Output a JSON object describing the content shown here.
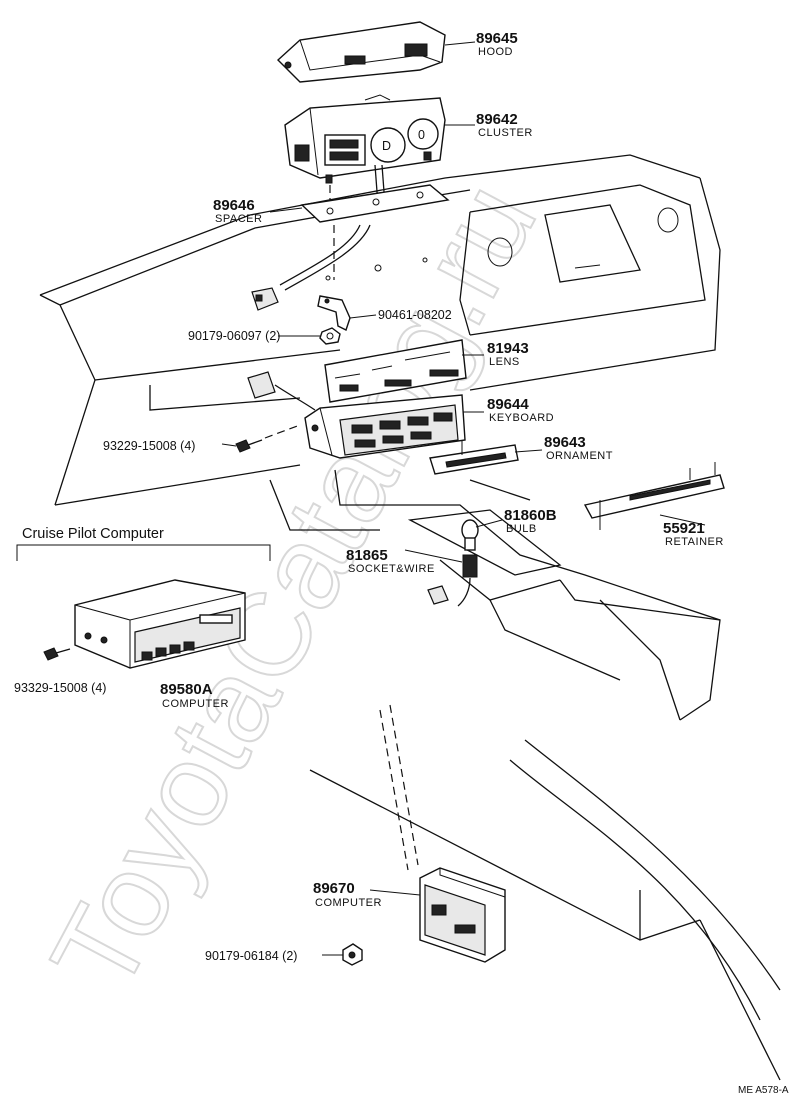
{
  "watermark": "ToyotaCatalog.ru",
  "section_title": "Cruise Pilot Computer",
  "figure_ref": "ME  A578-A",
  "parts": {
    "hood": {
      "number": "89645",
      "name": "HOOD"
    },
    "cluster": {
      "number": "89642",
      "name": "CLUSTER"
    },
    "spacer": {
      "number": "89646",
      "name": "SPACER"
    },
    "bracket": {
      "number": "90461-08202"
    },
    "nut": {
      "number": "90179-06097 (2)"
    },
    "lens": {
      "number": "81943",
      "name": "LENS"
    },
    "keyboard": {
      "number": "89644",
      "name": "KEYBOARD"
    },
    "screw_panel": {
      "number": "93229-15008 (4)"
    },
    "ornament": {
      "number": "89643",
      "name": "ORNAMENT"
    },
    "bulb": {
      "number": "81860B",
      "name": "BULB"
    },
    "retainer": {
      "number": "55921",
      "name": "RETAINER"
    },
    "socket": {
      "number": "81865",
      "name": "SOCKET&WIRE"
    },
    "screw_computer": {
      "number": "93329-15008 (4)"
    },
    "pilot_computer": {
      "number": "89580A",
      "name": "COMPUTER"
    },
    "computer": {
      "number": "89670",
      "name": "COMPUTER"
    },
    "nut_computer": {
      "number": "90179-06184 (2)"
    }
  }
}
